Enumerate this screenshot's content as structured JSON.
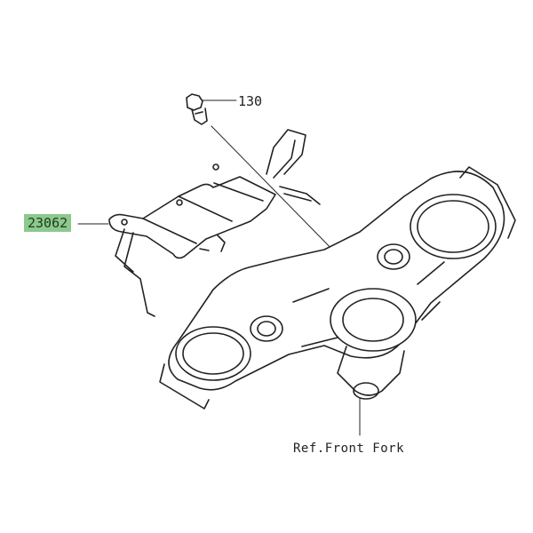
{
  "diagram": {
    "parts": [
      {
        "number": "130",
        "name": "bolt"
      },
      {
        "number": "23062",
        "name": "bracket",
        "highlighted": true
      }
    ],
    "reference_label": "Ref.Front Fork",
    "highlight_color": "#8dc98d"
  }
}
